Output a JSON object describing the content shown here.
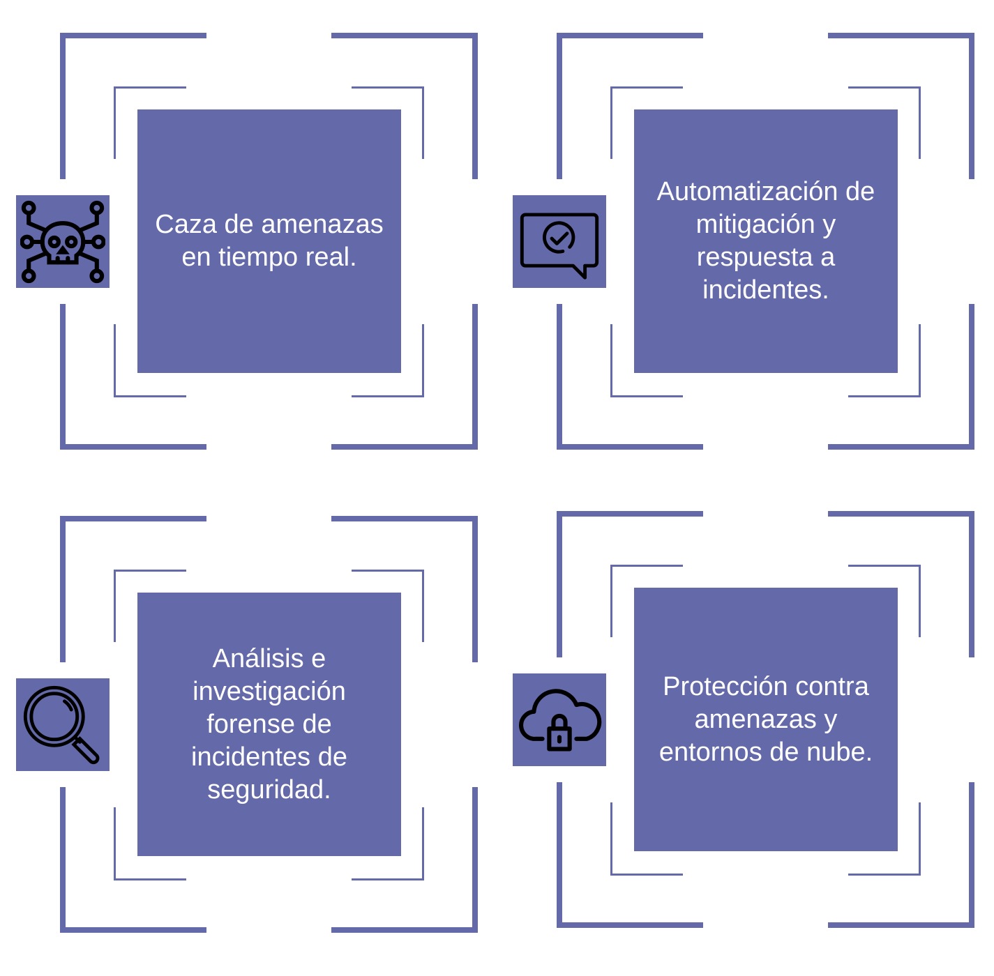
{
  "color": "#6469a9",
  "cards": [
    {
      "text": "Caza de amenazas en tiempo real.",
      "icon": "skull-network-icon"
    },
    {
      "text": "Automatización de mitigación y respuesta a incidentes.",
      "icon": "chat-check-icon"
    },
    {
      "text": "Análisis e investigación forense de incidentes de seguridad.",
      "icon": "magnifier-icon"
    },
    {
      "text": "Protección contra amenazas y entornos de nube.",
      "icon": "cloud-lock-icon"
    }
  ]
}
